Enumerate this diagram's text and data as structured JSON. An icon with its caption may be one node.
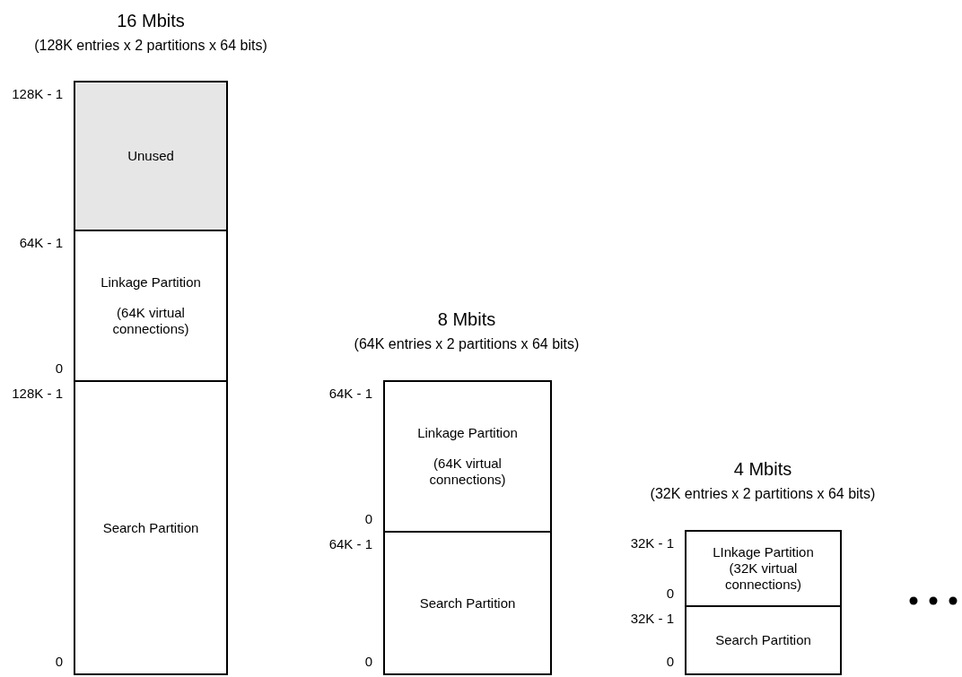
{
  "diagram": {
    "nodes": [
      {
        "text": [
          "Unused"
        ],
        "beside": [
          "128K - 1"
        ]
      },
      {
        "text": [
          "Linkage Partition",
          "(64K virtual connections)"
        ],
        "beside": [
          "64K - 1",
          "0"
        ]
      },
      {
        "text": [
          "Search Partition"
        ],
        "beside": [
          "128K - 1",
          "0"
        ]
      },
      {
        "text": [
          "Linkage Partition",
          "(64K virtual connections)"
        ],
        "beside": [
          "64K - 1",
          "0"
        ]
      },
      {
        "text": [
          "Search Partition"
        ],
        "beside": [
          "64K - 1",
          "0"
        ]
      },
      {
        "text": [
          "LInkage Partition (32K virtual connections)"
        ],
        "beside": [
          "32K - 1",
          "0"
        ]
      },
      {
        "text": [
          "Search Partition"
        ],
        "beside": [
          "32K - 1",
          "0"
        ]
      }
    ],
    "edges": [],
    "labels": [
      "16 Mbits",
      "(128K entries x 2 partitions x 64 bits)",
      "8 Mbits",
      "(64K entries x 2 partitions x 64 bits)",
      "4 Mbits",
      "(32K entries x 2 partitions x 64 bits)"
    ]
  }
}
